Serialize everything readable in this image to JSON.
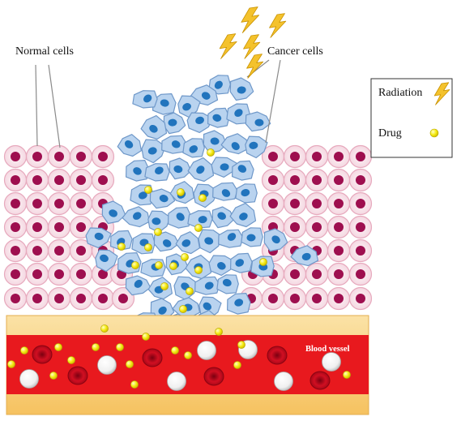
{
  "labels": {
    "normal_cells": "Normal cells",
    "cancer_cells": "Cancer cells",
    "blood_vessel": "Blood vessel"
  },
  "legend": {
    "items": [
      {
        "label": "Radiation",
        "icon": "lightning-bolt-icon"
      },
      {
        "label": "Drug",
        "icon": "yellow-drug-particle-icon"
      }
    ]
  },
  "colors": {
    "normal_cell_fill": "#f6e3ea",
    "normal_cell_edge": "#e7a9bd",
    "normal_nucleus": "#9e0f4f",
    "cancer_cell_fill": "#b9d3ef",
    "cancer_cell_edge": "#6f98c9",
    "cancer_nucleus": "#2174bd",
    "vessel_wall": "#f9cf7d",
    "vessel_lumen": "#e8191e",
    "rbc": "#c0081b",
    "wbc": "#ffffff",
    "drug": "#f5eb12",
    "radiation": "#f4c22c"
  }
}
